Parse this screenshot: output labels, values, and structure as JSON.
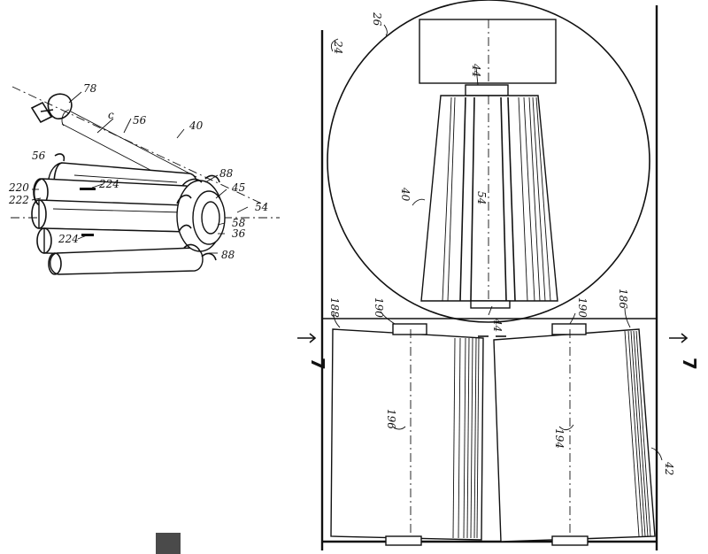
{
  "labels": {
    "l78": "78",
    "lc": "c",
    "l56a": "56",
    "l40a": "40",
    "l56b": "56",
    "l88a": "88",
    "l45": "45",
    "l54a": "54",
    "l220": "220",
    "l222": "222",
    "l224a": "224",
    "l58": "58",
    "l36": "36",
    "l224b": "224",
    "l88b": "88",
    "l24": "24",
    "l26": "26",
    "l44a": "44",
    "l40b": "40",
    "l54b": "54",
    "l44b": "44",
    "l188": "188",
    "l190a": "190",
    "l190b": "190",
    "l186": "186",
    "l196": "196",
    "l194": "194",
    "l42": "42",
    "sec_left": "7",
    "sec_right": "7"
  }
}
